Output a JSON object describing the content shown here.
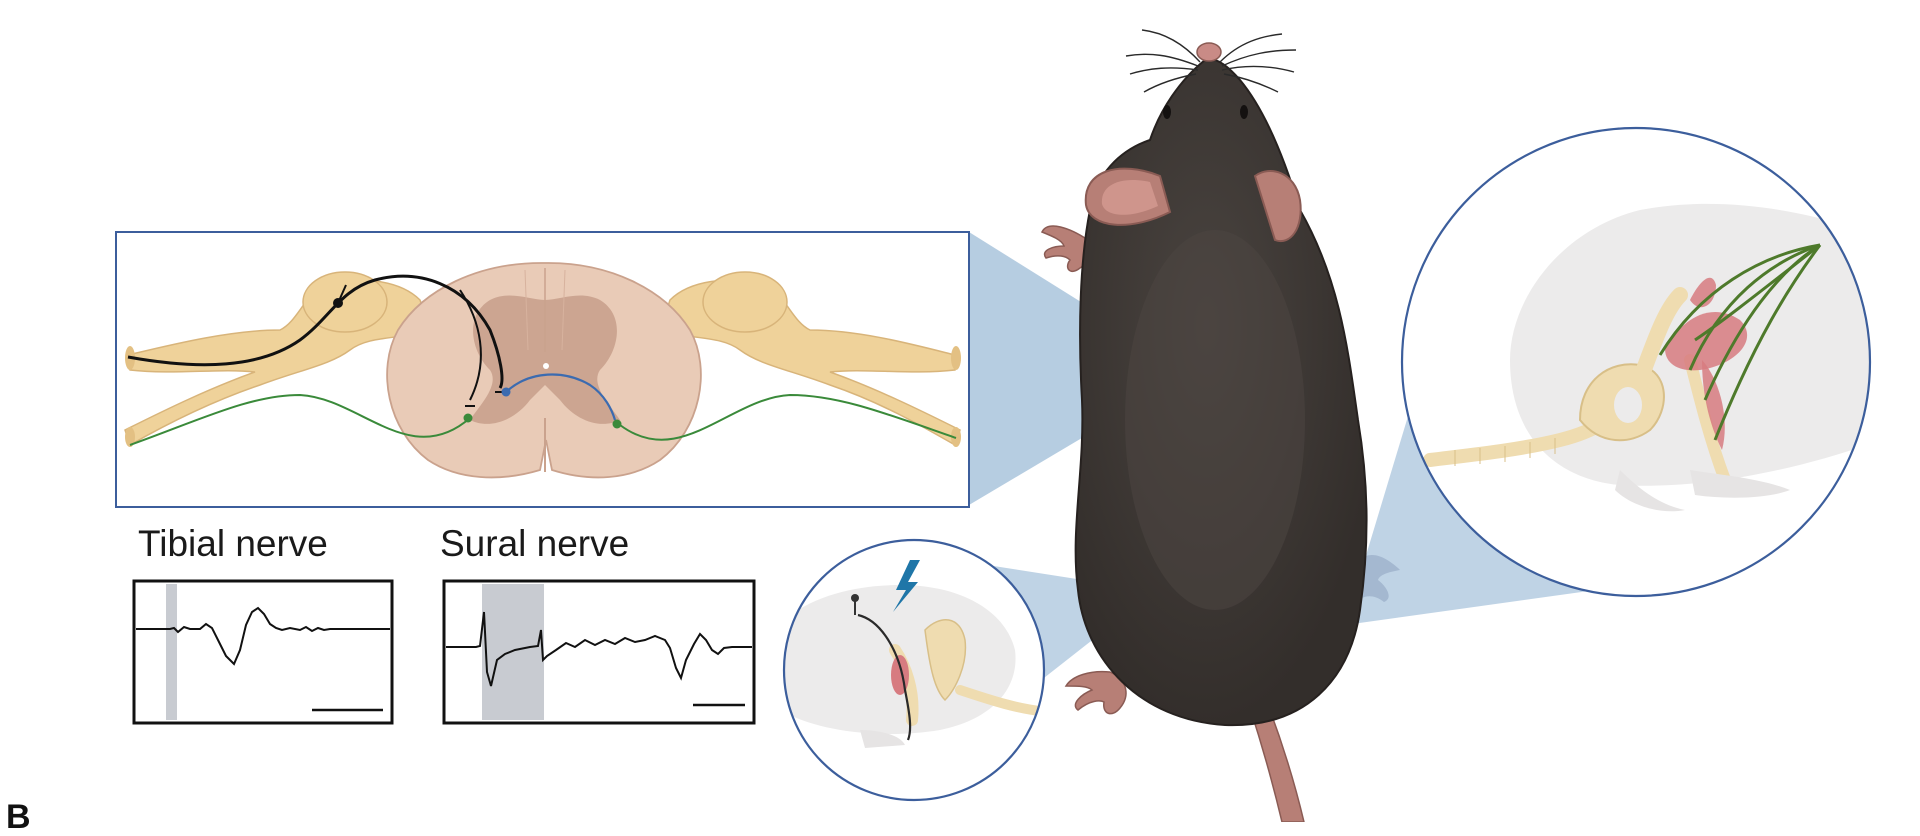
{
  "figure": {
    "panel_letter": "B",
    "traces": {
      "tibial": {
        "label": "Tibial nerve"
      },
      "sural": {
        "label": "Sural nerve"
      }
    },
    "colors": {
      "inset_border": "#3c5e9c",
      "nerve": "#efd29a",
      "spinal_grey": "#e9cbb7",
      "spinal_core": "#cca591",
      "afferent_fiber": "#111111",
      "efferent_fiber": "#3a8a3a",
      "interneuron": "#3b6bb0",
      "mouse_body": "#3f3936",
      "mouse_skin": "#b77f76",
      "zoom_wedge": "#a9c4dc",
      "stim_bolt": "#1f76a8",
      "stim_window": "#c8cbd1",
      "muscle": "#d77b80",
      "bone": "#efdcb0"
    }
  }
}
